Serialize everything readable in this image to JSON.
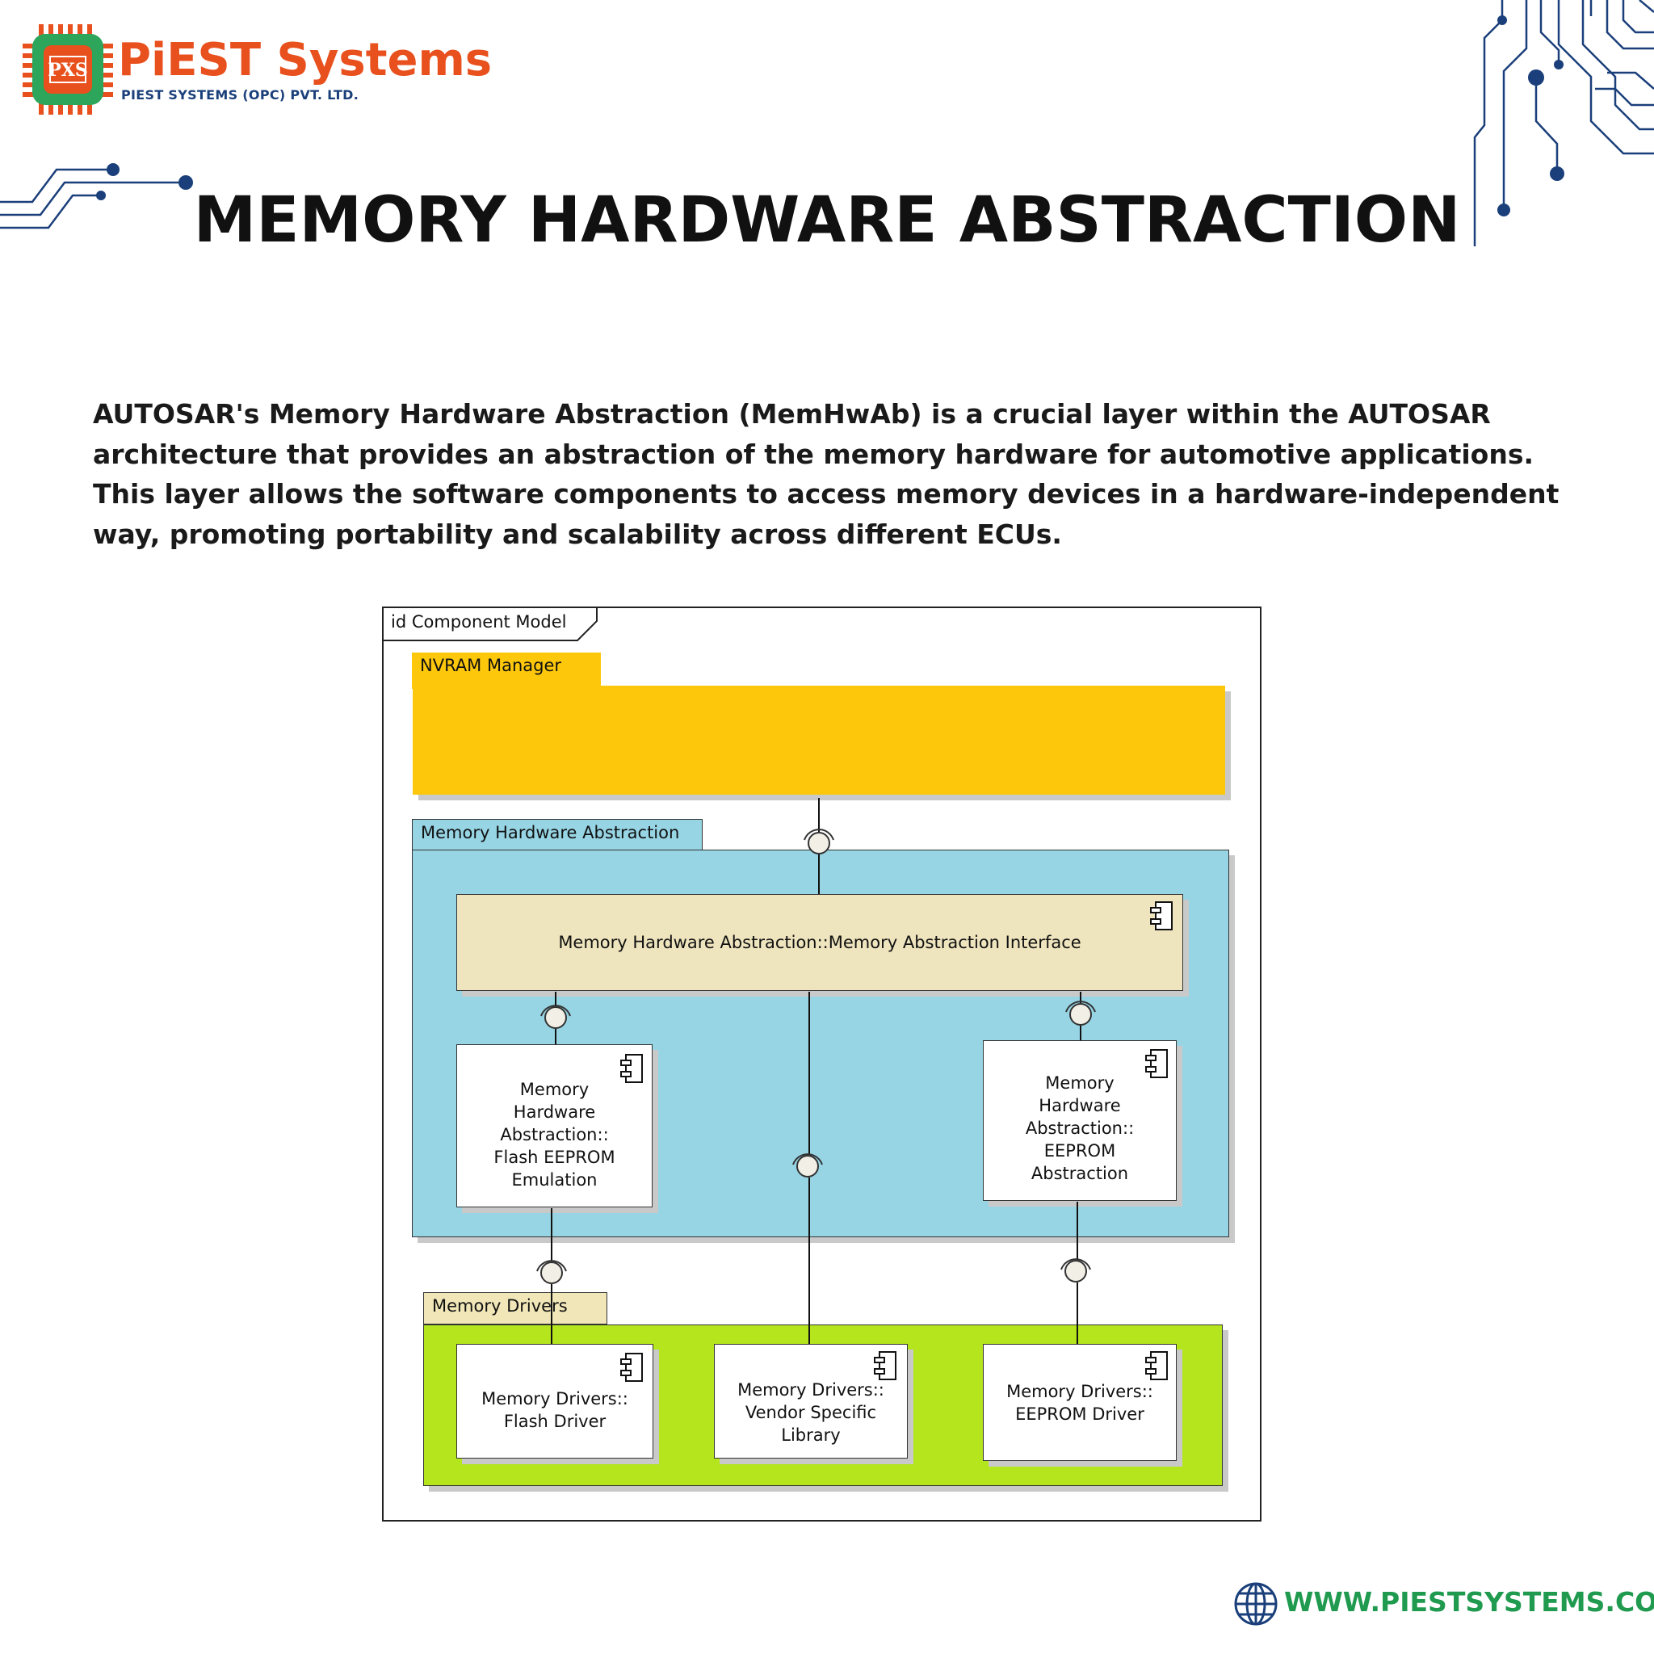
{
  "brand": {
    "name": "PiEST Systems",
    "subtitle": "PIEST SYSTEMS (OPC) PVT. LTD.",
    "logo_letters": "PXS",
    "primary_color": "#e8501d",
    "secondary_color": "#1a3f7a",
    "accent_green": "#2da55a"
  },
  "title": "MEMORY HARDWARE ABSTRACTION",
  "intro": "AUTOSAR's Memory Hardware Abstraction (MemHwAb) is a crucial layer within the AUTOSAR architecture that provides an abstraction of the memory hardware for automotive applications. This layer allows the software components to access memory devices in a hardware-independent way, promoting portability and scalability across different ECUs.",
  "diagram": {
    "frame_label": "id Component Model",
    "packages": {
      "nvram": {
        "label": "NVRAM Manager",
        "color": "#fdc70c"
      },
      "mha": {
        "label": "Memory Hardware Abstraction",
        "color": "#97d5e5"
      },
      "drivers": {
        "label": "Memory Drivers",
        "color": "#b5e51d"
      }
    },
    "tab_color": "#f0e6b8",
    "components": {
      "interface": "Memory Hardware Abstraction::Memory Abstraction Interface",
      "flash_eeprom_emulation": [
        "Memory",
        "Hardware",
        "Abstraction::",
        "Flash EEPROM",
        "Emulation"
      ],
      "eeprom_abstraction": [
        "Memory",
        "Hardware",
        "Abstraction::",
        "EEPROM",
        "Abstraction"
      ],
      "flash_driver": [
        "Memory Drivers::",
        "Flash Driver"
      ],
      "vendor_library": [
        "Memory Drivers::",
        "Vendor Specific",
        "Library"
      ],
      "eeprom_driver": [
        "Memory Drivers::",
        "EEPROM Driver"
      ]
    },
    "interface_box_color": "#eee4be"
  },
  "footer": {
    "url": "WWW.PIESTSYSTEMS.COM",
    "icon": "globe-icon"
  }
}
